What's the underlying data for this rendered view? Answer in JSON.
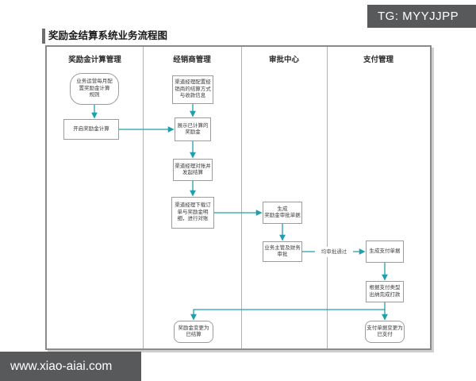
{
  "page": {
    "title": "奖励金结算系统业务流程图",
    "tg_badge": "TG: MYYJJPP",
    "watermark": "www.xiao-aiai.com"
  },
  "colors": {
    "arrow_teal": "#1f9fad",
    "node_border": "#9c9c9c",
    "badge_bg": "#58595b",
    "frame_border": "#8a8a8a",
    "lane_divider": "#b3b3b3"
  },
  "diagram": {
    "lanes": [
      {
        "label": "奖励金计算管理"
      },
      {
        "label": "经销商管理"
      },
      {
        "label": "审批中心"
      },
      {
        "label": "支付管理"
      }
    ],
    "nodes": [
      {
        "id": "configure-bonus-rules",
        "lane": "奖励金计算管理",
        "shape": "stadium",
        "text": "业务运营每月配\n置奖励金计算\n规则"
      },
      {
        "id": "start-bonus-calculation",
        "lane": "奖励金计算管理",
        "shape": "rect",
        "text": "开启奖励金计算"
      },
      {
        "id": "configure-dealer-settlement",
        "lane": "经销商管理",
        "shape": "rect",
        "text": "渠道经理配置经\n销商的结算方式\n与收款信息"
      },
      {
        "id": "show-calculated-bonus",
        "lane": "经销商管理",
        "shape": "rect",
        "text": "展示已计算的\n奖励金"
      },
      {
        "id": "reconcile-initiate-settlement",
        "lane": "经销商管理",
        "shape": "rect",
        "text": "渠道经理对账并\n发起结算"
      },
      {
        "id": "download-orders-details",
        "lane": "经销商管理",
        "shape": "rect",
        "text": "渠道经理下载订\n单与奖励金明\n细，进行对账"
      },
      {
        "id": "bonus-marked-settled",
        "lane": "经销商管理",
        "shape": "rounded",
        "text": "奖励金变更为\n已结算"
      },
      {
        "id": "generate-approval-doc",
        "lane": "审批中心",
        "shape": "rect",
        "text": "生成\n奖励金审批单据"
      },
      {
        "id": "supervisor-finance-approval",
        "lane": "审批中心",
        "shape": "rect",
        "text": "业务主管及财务\n审批"
      },
      {
        "id": "generate-payment-doc",
        "lane": "支付管理",
        "shape": "rect",
        "text": "生成支付单据"
      },
      {
        "id": "cashier-completes-payment",
        "lane": "支付管理",
        "shape": "rect",
        "text": "根据支付类型\n出纳完成打款"
      },
      {
        "id": "payment-marked-paid",
        "lane": "支付管理",
        "shape": "rounded",
        "text": "支付单据变更为\n已支付"
      }
    ],
    "edge_label": "均审批通过"
  }
}
